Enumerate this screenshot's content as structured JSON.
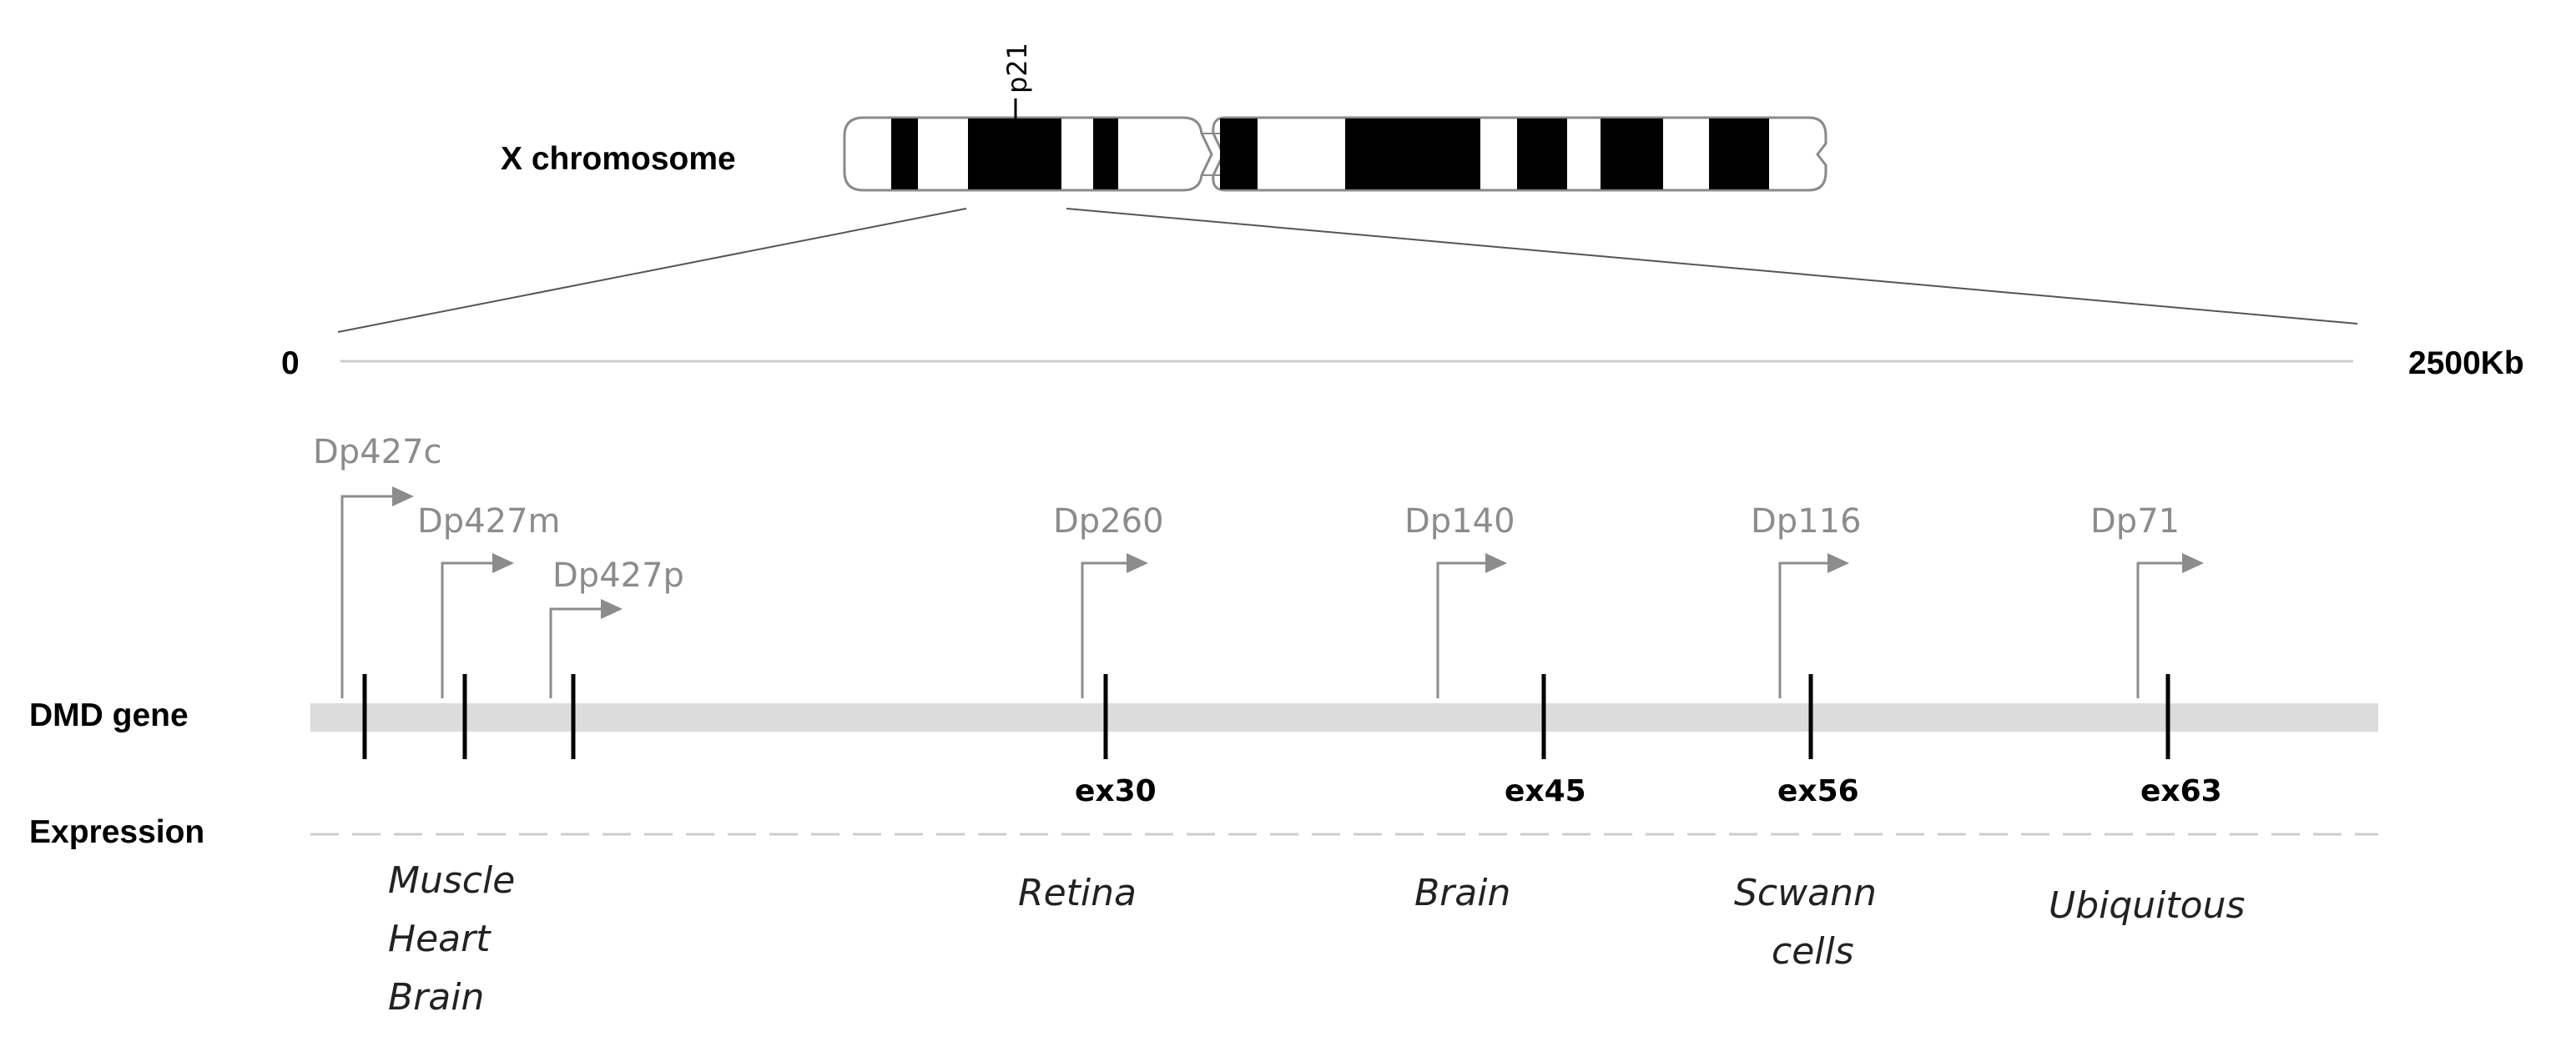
{
  "chromosome": {
    "label": "X chromosome",
    "band_label": "p21"
  },
  "scale": {
    "start_label": "0",
    "end_label": "2500Kb"
  },
  "gene": {
    "label": "DMD gene"
  },
  "expression": {
    "label": "Expression"
  },
  "promoters": [
    {
      "id": "dp427c",
      "label": "Dp427c"
    },
    {
      "id": "dp427m",
      "label": "Dp427m"
    },
    {
      "id": "dp427p",
      "label": "Dp427p"
    },
    {
      "id": "dp260",
      "label": "Dp260"
    },
    {
      "id": "dp140",
      "label": "Dp140"
    },
    {
      "id": "dp116",
      "label": "Dp116"
    },
    {
      "id": "dp71",
      "label": "Dp71"
    }
  ],
  "exons": [
    {
      "id": "ex30",
      "label": "ex30"
    },
    {
      "id": "ex45",
      "label": "ex45"
    },
    {
      "id": "ex56",
      "label": "ex56"
    },
    {
      "id": "ex63",
      "label": "ex63"
    }
  ],
  "tissues": [
    {
      "id": "muscle-heart-brain",
      "lines": [
        "Muscle",
        "Heart",
        "Brain"
      ]
    },
    {
      "id": "retina",
      "lines": [
        "Retina"
      ]
    },
    {
      "id": "brain",
      "lines": [
        "Brain"
      ]
    },
    {
      "id": "schwann-cells",
      "lines": [
        "Scwann",
        "cells"
      ]
    },
    {
      "id": "ubiquitous",
      "lines": [
        "Ubiquitous"
      ]
    }
  ],
  "colors": {
    "promoter_arrow": "#8c8c8c",
    "gene_bar": "#dcdcdc",
    "chromosome_band": "#000000",
    "scale_line": "#cccccc",
    "expression_line": "#cccccc"
  }
}
